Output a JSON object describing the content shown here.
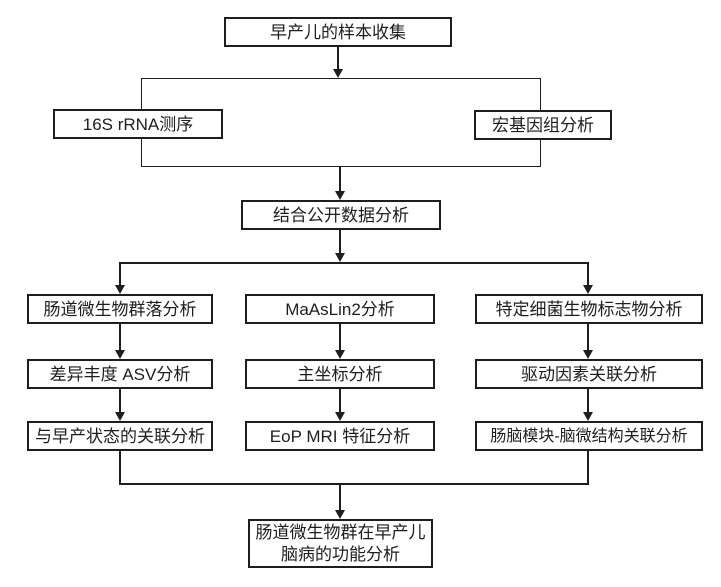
{
  "flowchart": {
    "top": {
      "sample_collection": "早产儿的样本收集"
    },
    "branch": {
      "left": "16S rRNA测序",
      "right": "宏基因组分析"
    },
    "combine": "结合公开数据分析",
    "columns": {
      "left": [
        "肠道微生物群落分析",
        "差异丰度 ASV分析",
        "与早产状态的关联分析"
      ],
      "middle": [
        "MaAsLin2分析",
        "主坐标分析",
        "EoP MRI 特征分析"
      ],
      "right": [
        "特定细菌生物标志物分析",
        "驱动因素关联分析",
        "肠脑模块-脑微结构关联分析"
      ]
    },
    "final": {
      "line1": "肠道微生物群在早产儿",
      "line2": "脑病的功能分析"
    },
    "colors": {
      "ink": "#1e1e1e",
      "background": "#ffffff",
      "box_fill": "#ffffff"
    }
  }
}
